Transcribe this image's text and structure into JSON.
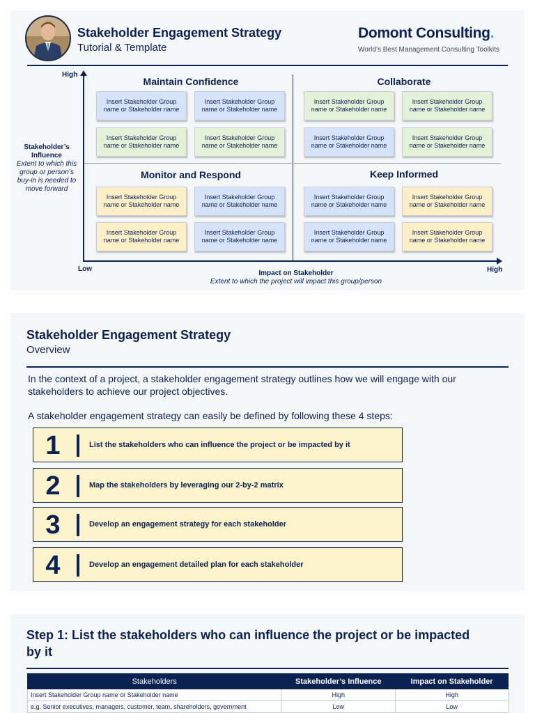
{
  "slide1": {
    "title": "Stakeholder Engagement Strategy",
    "subtitle": "Tutorial & Template",
    "brand": "Domont Consulting",
    "brand_dot": ".",
    "brand_tagline": "World’s Best Management Consulting Toolkits",
    "y_high": "High",
    "x_low": "Low",
    "x_high": "High",
    "y_axis_title": "Stakeholder’s Influence",
    "y_axis_desc": "Extent to which this group or person’s buy-in is needed to move forward",
    "x_axis_title": "Impact on Stakeholder",
    "x_axis_desc": "Extent to which the project will impact this group/person",
    "quadrants": {
      "top_left": "Maintain Confidence",
      "top_right": "Collaborate",
      "bottom_left": "Monitor and Respond",
      "bottom_right": "Keep Informed"
    },
    "card_text": "Insert Stakeholder Group name or Stakeholder name",
    "colors": {
      "blue": "#d6e2f8",
      "green": "#e3f1d9",
      "yellow": "#fdefc8",
      "navy": "#0b2150",
      "accent": "#1aa3e8"
    }
  },
  "slide2": {
    "title": "Stakeholder Engagement Strategy",
    "subtitle": "Overview",
    "para1": "In the context of a project, a stakeholder engagement strategy outlines how we will engage with our stakeholders to achieve our project objectives.",
    "para2": "A stakeholder engagement strategy can easily be defined by following these 4 steps:",
    "steps": [
      {
        "num": "1",
        "text": "List the stakeholders who can influence the project or be impacted by it"
      },
      {
        "num": "2",
        "text": "Map the stakeholders by leveraging our 2-by-2 matrix"
      },
      {
        "num": "3",
        "text": "Develop an engagement strategy for each stakeholder"
      },
      {
        "num": "4",
        "text": "Develop an engagement detailed plan for each stakeholder"
      }
    ]
  },
  "slide3": {
    "title": "Step 1: List the stakeholders who can influence the project or be impacted by it",
    "table": {
      "headers": [
        "Stakeholders",
        "Stakeholder’s Influence",
        "Impact on Stakeholder"
      ],
      "rows": [
        [
          "Insert Stakeholder Group name or Stakeholder name",
          "High",
          "High"
        ],
        [
          "e.g. Senior executives, managers, customer, team, shareholders, government",
          "Low",
          "Low"
        ]
      ]
    }
  }
}
